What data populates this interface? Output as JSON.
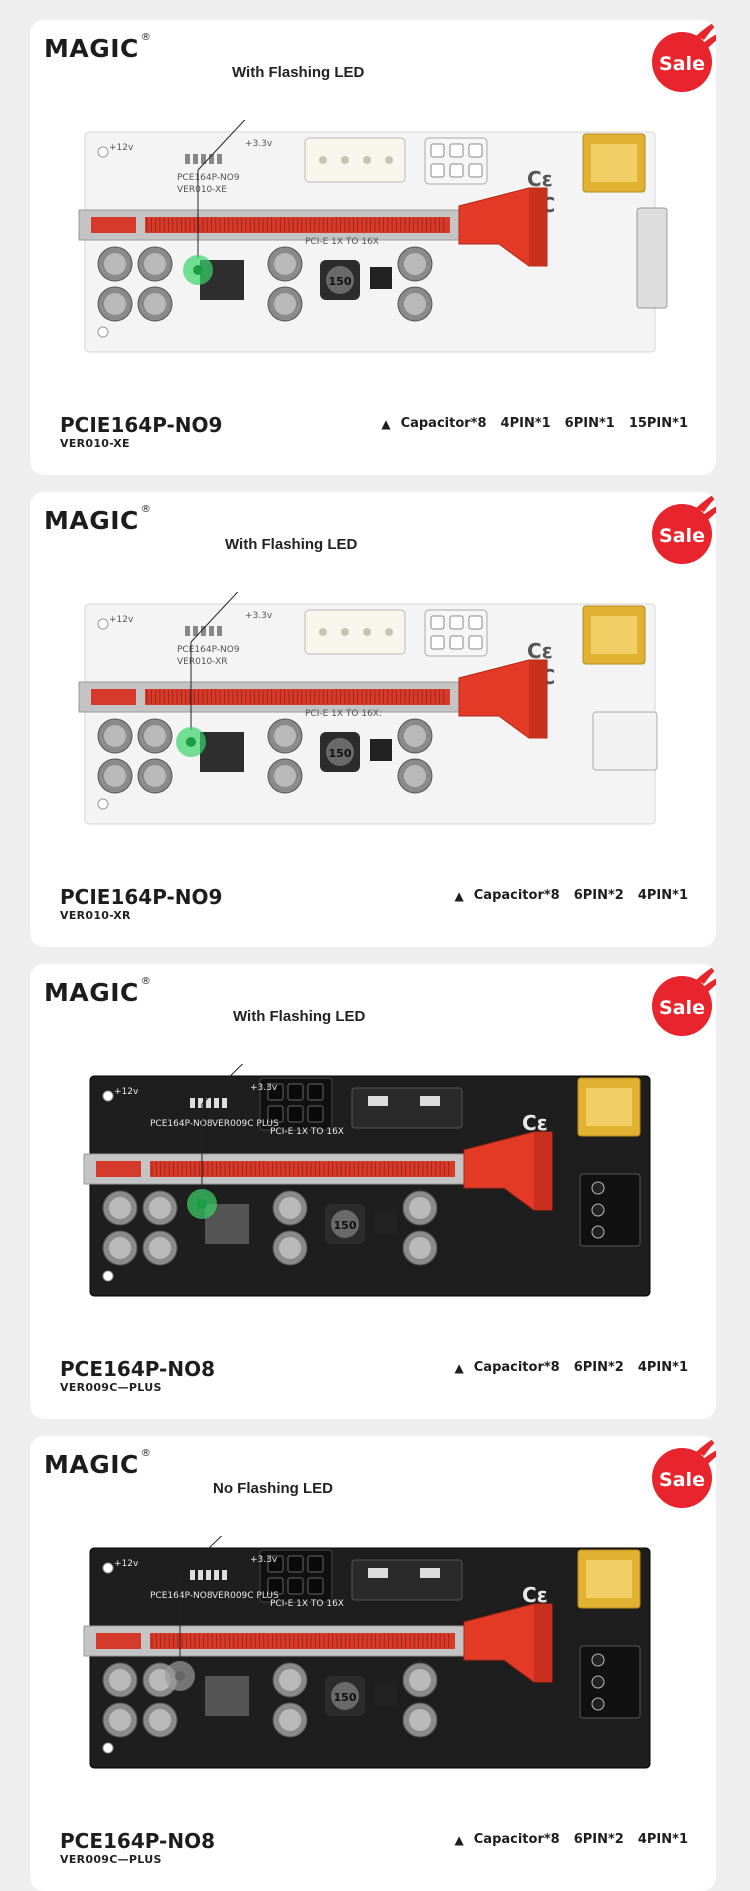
{
  "brand": {
    "logo_text": "MAGIC",
    "registered": "®"
  },
  "sale_badge": {
    "text": "Sale",
    "color": "#e8242c"
  },
  "colors": {
    "led_green": "#39d46a",
    "led_gray": "#9a9a9a",
    "riser_red": "#e43b27",
    "slot_silver": "#c9c9c9"
  },
  "cards": [
    {
      "led_label": "With Flashing LED",
      "board_color": "white",
      "silk_model": "PCE164P-NO9",
      "silk_ver": "VER010-XE",
      "silk_bus": "PCI-E 1X TO 16X",
      "silk_plus": "+12v",
      "silk_33": "+3.3v",
      "cap_label": "150",
      "model": "PCIE164P-NO9",
      "version": "VER010-XE",
      "specs": [
        "Capacitor*8",
        "4PIN*1",
        "6PIN*1",
        "15PIN*1"
      ]
    },
    {
      "led_label": "With Flashing LED",
      "board_color": "white",
      "silk_model": "PCE164P-NO9",
      "silk_ver": "VER010-XR",
      "silk_bus": "PCI-E 1X TO 16X:",
      "silk_plus": "+12v",
      "silk_33": "+3.3v",
      "cap_label": "150",
      "model": "PCIE164P-NO9",
      "version": "VER010-XR",
      "specs": [
        "Capacitor*8",
        "6PIN*2",
        "4PIN*1"
      ]
    },
    {
      "led_label": "With Flashing LED",
      "board_color": "black",
      "silk_model": "PCE164P-NO8",
      "silk_ver": "VER009C PLUS",
      "silk_bus": "PCI-E 1X TO 16X",
      "silk_plus": "+12v",
      "silk_33": "+3.3v",
      "cap_label": "150",
      "model": "PCE164P-NO8",
      "version": "VER009C—PLUS",
      "specs": [
        "Capacitor*8",
        "6PIN*2",
        "4PIN*1"
      ]
    },
    {
      "led_label": "No Flashing LED",
      "board_color": "black",
      "silk_model": "PCE164P-NO8",
      "silk_ver": "VER009C PLUS",
      "silk_bus": "PCI-E 1X TO 16X",
      "silk_plus": "+12v",
      "silk_33": "+3.3v",
      "cap_label": "150",
      "model": "PCE164P-NO8",
      "version": "VER009C—PLUS",
      "specs": [
        "Capacitor*8",
        "6PIN*2",
        "4PIN*1"
      ]
    }
  ]
}
